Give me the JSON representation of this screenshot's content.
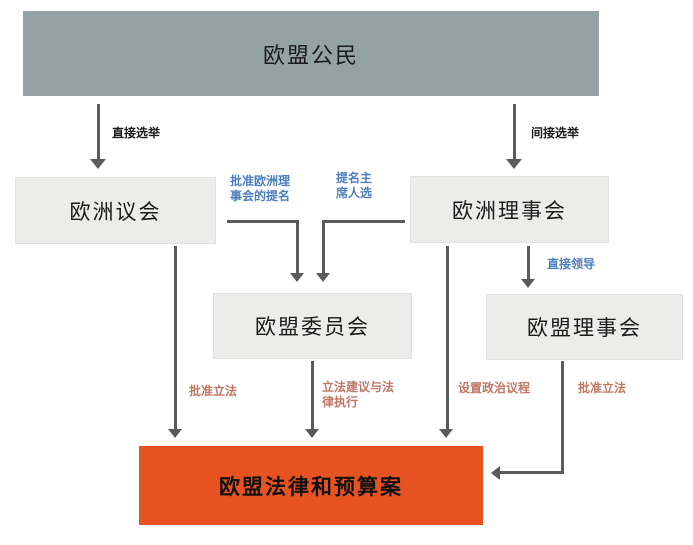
{
  "colors": {
    "citizens_bg": "#94A2A3",
    "institution_bg": "#ECECEA",
    "output_bg": "#E65321",
    "arrow": "#5B5B5B",
    "label_dark": "#1C1C1C",
    "label_blue": "#4D7EBE",
    "label_salmon": "#BF7866"
  },
  "nodes": {
    "citizens": {
      "label": "欧盟公民"
    },
    "parliament": {
      "label": "欧洲议会"
    },
    "european_council": {
      "label": "欧洲理事会"
    },
    "commission": {
      "label": "欧盟委员会"
    },
    "council_of_eu": {
      "label": "欧盟理事会"
    },
    "laws_budget": {
      "label": "欧盟法律和预算案"
    }
  },
  "edges": {
    "direct_election": {
      "label": "直接选举"
    },
    "indirect_election": {
      "label": "间接选举"
    },
    "approve_nomination": {
      "label": "批准欧洲理\n事会的提名"
    },
    "nominate_president": {
      "label": "提名主\n席人选"
    },
    "direct_leadership": {
      "label": "直接领导"
    },
    "approve_legislation_left": {
      "label": "批准立法"
    },
    "legislative_proposals": {
      "label": "立法建议与法\n律执行"
    },
    "set_political_agenda": {
      "label": "设置政治议程"
    },
    "approve_legislation_right": {
      "label": "批准立法"
    }
  }
}
